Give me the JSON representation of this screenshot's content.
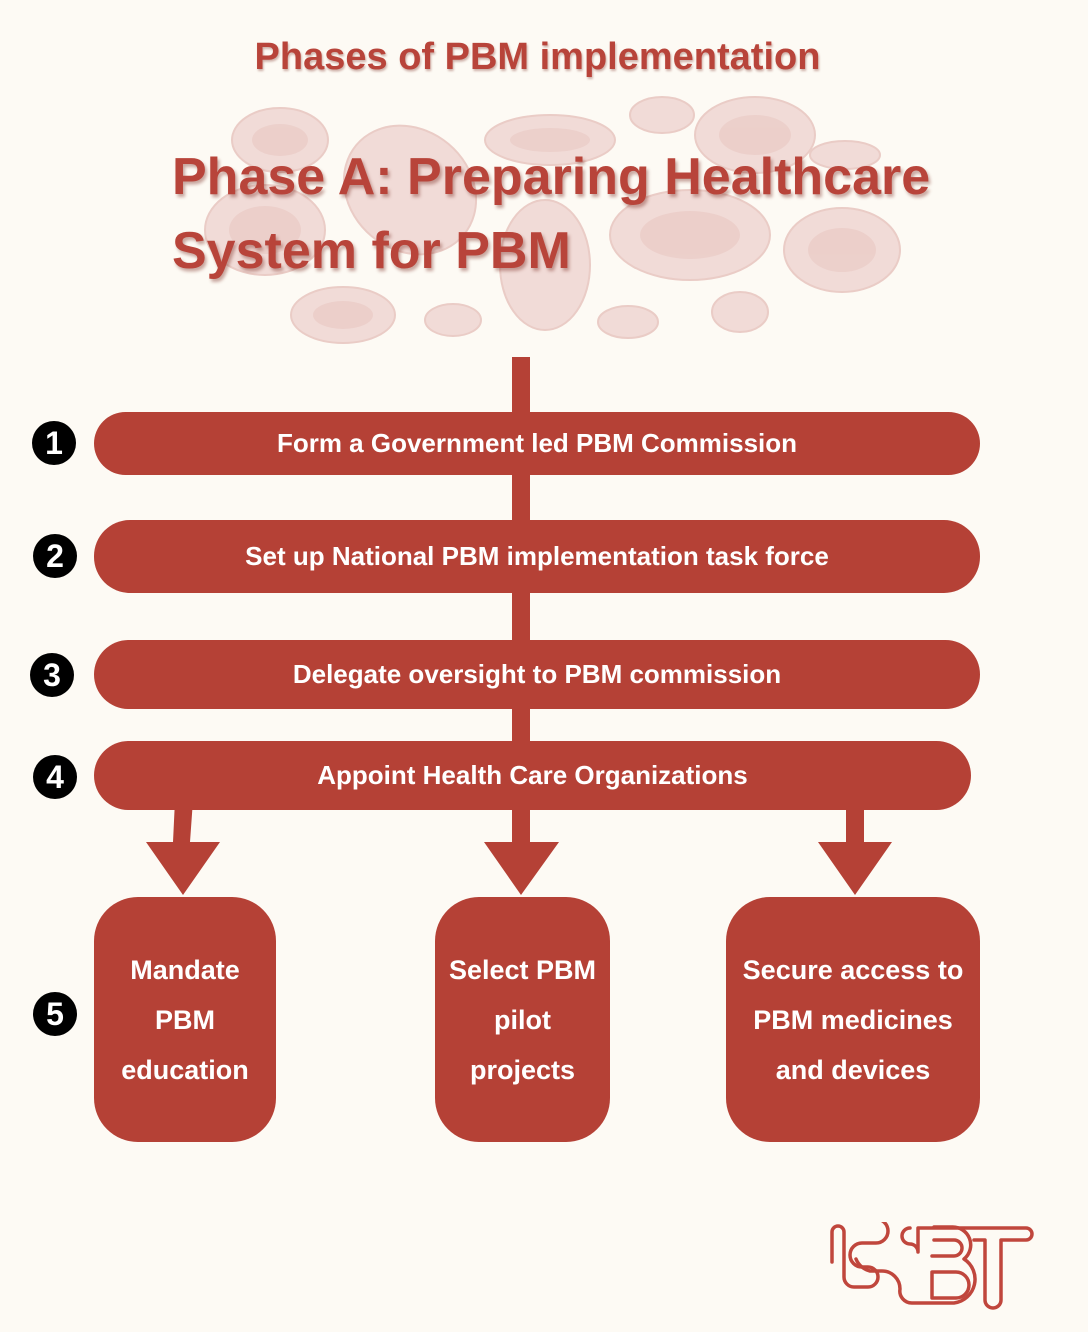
{
  "header": {
    "title": "Phases of PBM implementation"
  },
  "phase": {
    "title_line1": "Phase A: Preparing Healthcare",
    "title_line2": "System for PBM"
  },
  "steps": [
    {
      "number": "1",
      "label": "Form a Government led PBM Commission"
    },
    {
      "number": "2",
      "label": "Set up National PBM implementation task force"
    },
    {
      "number": "3",
      "label": "Delegate oversight to PBM commission"
    },
    {
      "number": "4",
      "label": "Appoint Health Care Organizations"
    },
    {
      "number": "5"
    }
  ],
  "outcomes": [
    {
      "lines": [
        "Mandate",
        "PBM",
        "education"
      ]
    },
    {
      "lines": [
        "Select PBM",
        "pilot",
        "projects"
      ]
    },
    {
      "lines": [
        "Secure access to",
        "PBM medicines",
        "and devices"
      ]
    }
  ],
  "logo": {
    "text": "ISBT"
  },
  "colors": {
    "background": "#fdfaf4",
    "accent": "#b54136",
    "title": "#b8443a"
  }
}
